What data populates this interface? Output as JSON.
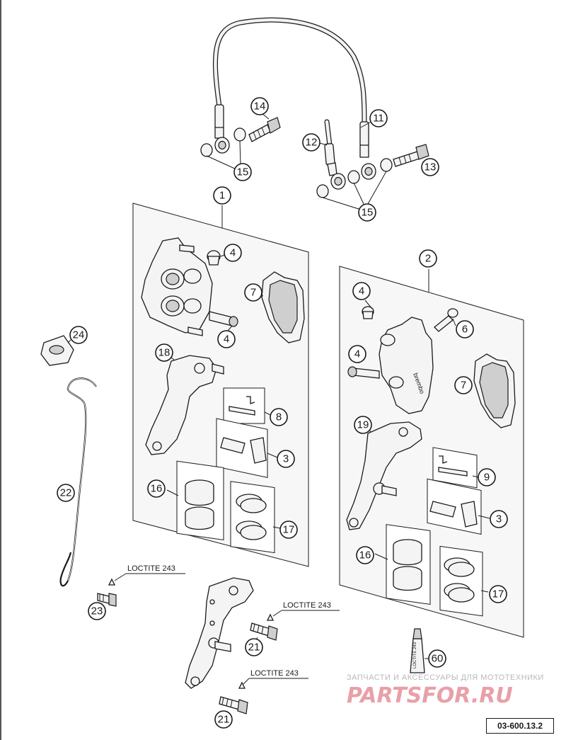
{
  "callouts": {
    "c1": "1",
    "c2": "2",
    "c3a": "3",
    "c3b": "3",
    "c4a": "4",
    "c4b": "4",
    "c4c": "4",
    "c4d": "4",
    "c6": "6",
    "c7a": "7",
    "c7b": "7",
    "c8": "8",
    "c9": "9",
    "c11": "11",
    "c12": "12",
    "c13": "13",
    "c14": "14",
    "c15a": "15",
    "c15b": "15",
    "c16a": "16",
    "c16b": "16",
    "c17a": "17",
    "c17b": "17",
    "c18": "18",
    "c19": "19",
    "c21a": "21",
    "c21b": "21",
    "c22": "22",
    "c23": "23",
    "c24": "24",
    "c60": "60"
  },
  "labels": {
    "loctite_1": "LOCTITE 243",
    "loctite_2": "LOCTITE 243",
    "loctite_3": "LOCTITE 243",
    "tube_text": "LOCTITE 243",
    "caliper_brand": "brembo"
  },
  "watermark": {
    "subtitle": "ЗАПЧАСТИ И АКСЕССУАРЫ ДЛЯ МОТОТЕХНИКИ",
    "brand": "PARTSFOR.RU"
  },
  "diagram_code": "03-600.13.2",
  "colors": {
    "line": "#1a1a1a",
    "panel": "#f7f7f7",
    "watermark": "#e8a0a8"
  }
}
